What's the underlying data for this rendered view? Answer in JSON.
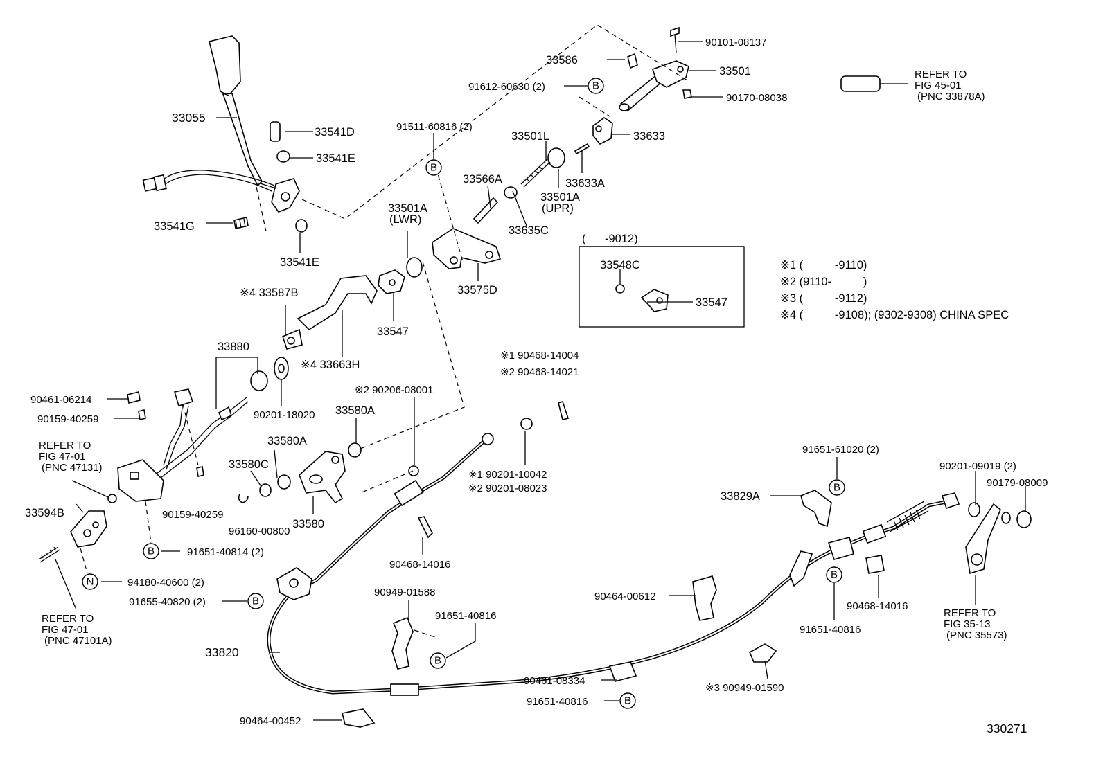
{
  "figure_number": "330271",
  "callout_letters": {
    "B": "B",
    "N": "N"
  },
  "parts": {
    "p33055": "33055",
    "p33541D": "33541D",
    "p33541E_top": "33541E",
    "p33541E_bot": "33541E",
    "p33541G": "33541G",
    "p33586": "33586",
    "p90101": "90101-08137",
    "p33501": "33501",
    "p90170": "90170-08038",
    "p91612": "91612-60630 (2)",
    "p91511": "91511-60816 (2)",
    "p33501L": "33501L",
    "p33633": "33633",
    "p33633A": "33633A",
    "p33566A": "33566A",
    "p33501A_upr": "33501A",
    "p33501A_upr_note": "(UPR)",
    "p33635C": "33635C",
    "p33501A_lwr": "33501A",
    "p33501A_lwr_note": "(LWR)",
    "p33575D": "33575D",
    "p33587B": "※4 33587B",
    "p33547_main": "33547",
    "p33663H": "※4 33663H",
    "p33880": "33880",
    "p90201_18020": "90201-18020",
    "p90461_06214": "90461-06214",
    "p90159_top": "90159-40259",
    "p90159_bot": "90159-40259",
    "p33580A_top": "33580A",
    "p33580A_mid": "33580A",
    "p33580C": "33580C",
    "p33580": "33580",
    "p96160": "96160-00800",
    "p90206": "※2 90206-08001",
    "p90468_14004": "※1 90468-14004",
    "p90468_14021": "※2 90468-14021",
    "p90201_10042": "※1 90201-10042",
    "p90201_08023": "※2 90201-08023",
    "p90468_14016_mid": "90468-14016",
    "p33594B": "33594B",
    "p91651_40814": "91651-40814 (2)",
    "p94180": "94180-40600 (2)",
    "p91655": "91655-40820 (2)",
    "p33820": "33820",
    "p90949_01588": "90949-01588",
    "p91651_40816_a": "91651-40816",
    "p90461_08334": "90461-08334",
    "p91651_40816_b": "91651-40816",
    "p90464_00452": "90464-00452",
    "p90464_00612": "90464-00612",
    "p90949_01590": "※3 90949-01590",
    "p33829A": "33829A",
    "p91651_61020": "91651-61020 (2)",
    "p91651_40816_c": "91651-40816",
    "p90468_14016_right": "90468-14016",
    "p90201_09019": "90201-09019 (2)",
    "p90179": "90179-08009",
    "p33548C": "33548C",
    "p33547_box": "33547"
  },
  "inset": {
    "heading": "(      -9012)"
  },
  "references": {
    "refer_top_right": [
      "REFER TO",
      "FIG 45-01",
      "(PNC 33878A)"
    ],
    "refer_left_mid": [
      "REFER TO",
      "FIG 47-01",
      "(PNC 47131)"
    ],
    "refer_left_bot": [
      "REFER TO",
      "FIG 47-01",
      "(PNC 47101A)"
    ],
    "refer_right_bot": [
      "REFER TO",
      "FIG 35-13",
      "(PNC 35573)"
    ]
  },
  "notes": [
    "※1 (          -9110)",
    "※2 (9110-          )",
    "※3 (          -9112)",
    "※4 (          -9108); (9302-9308) CHINA SPEC"
  ]
}
